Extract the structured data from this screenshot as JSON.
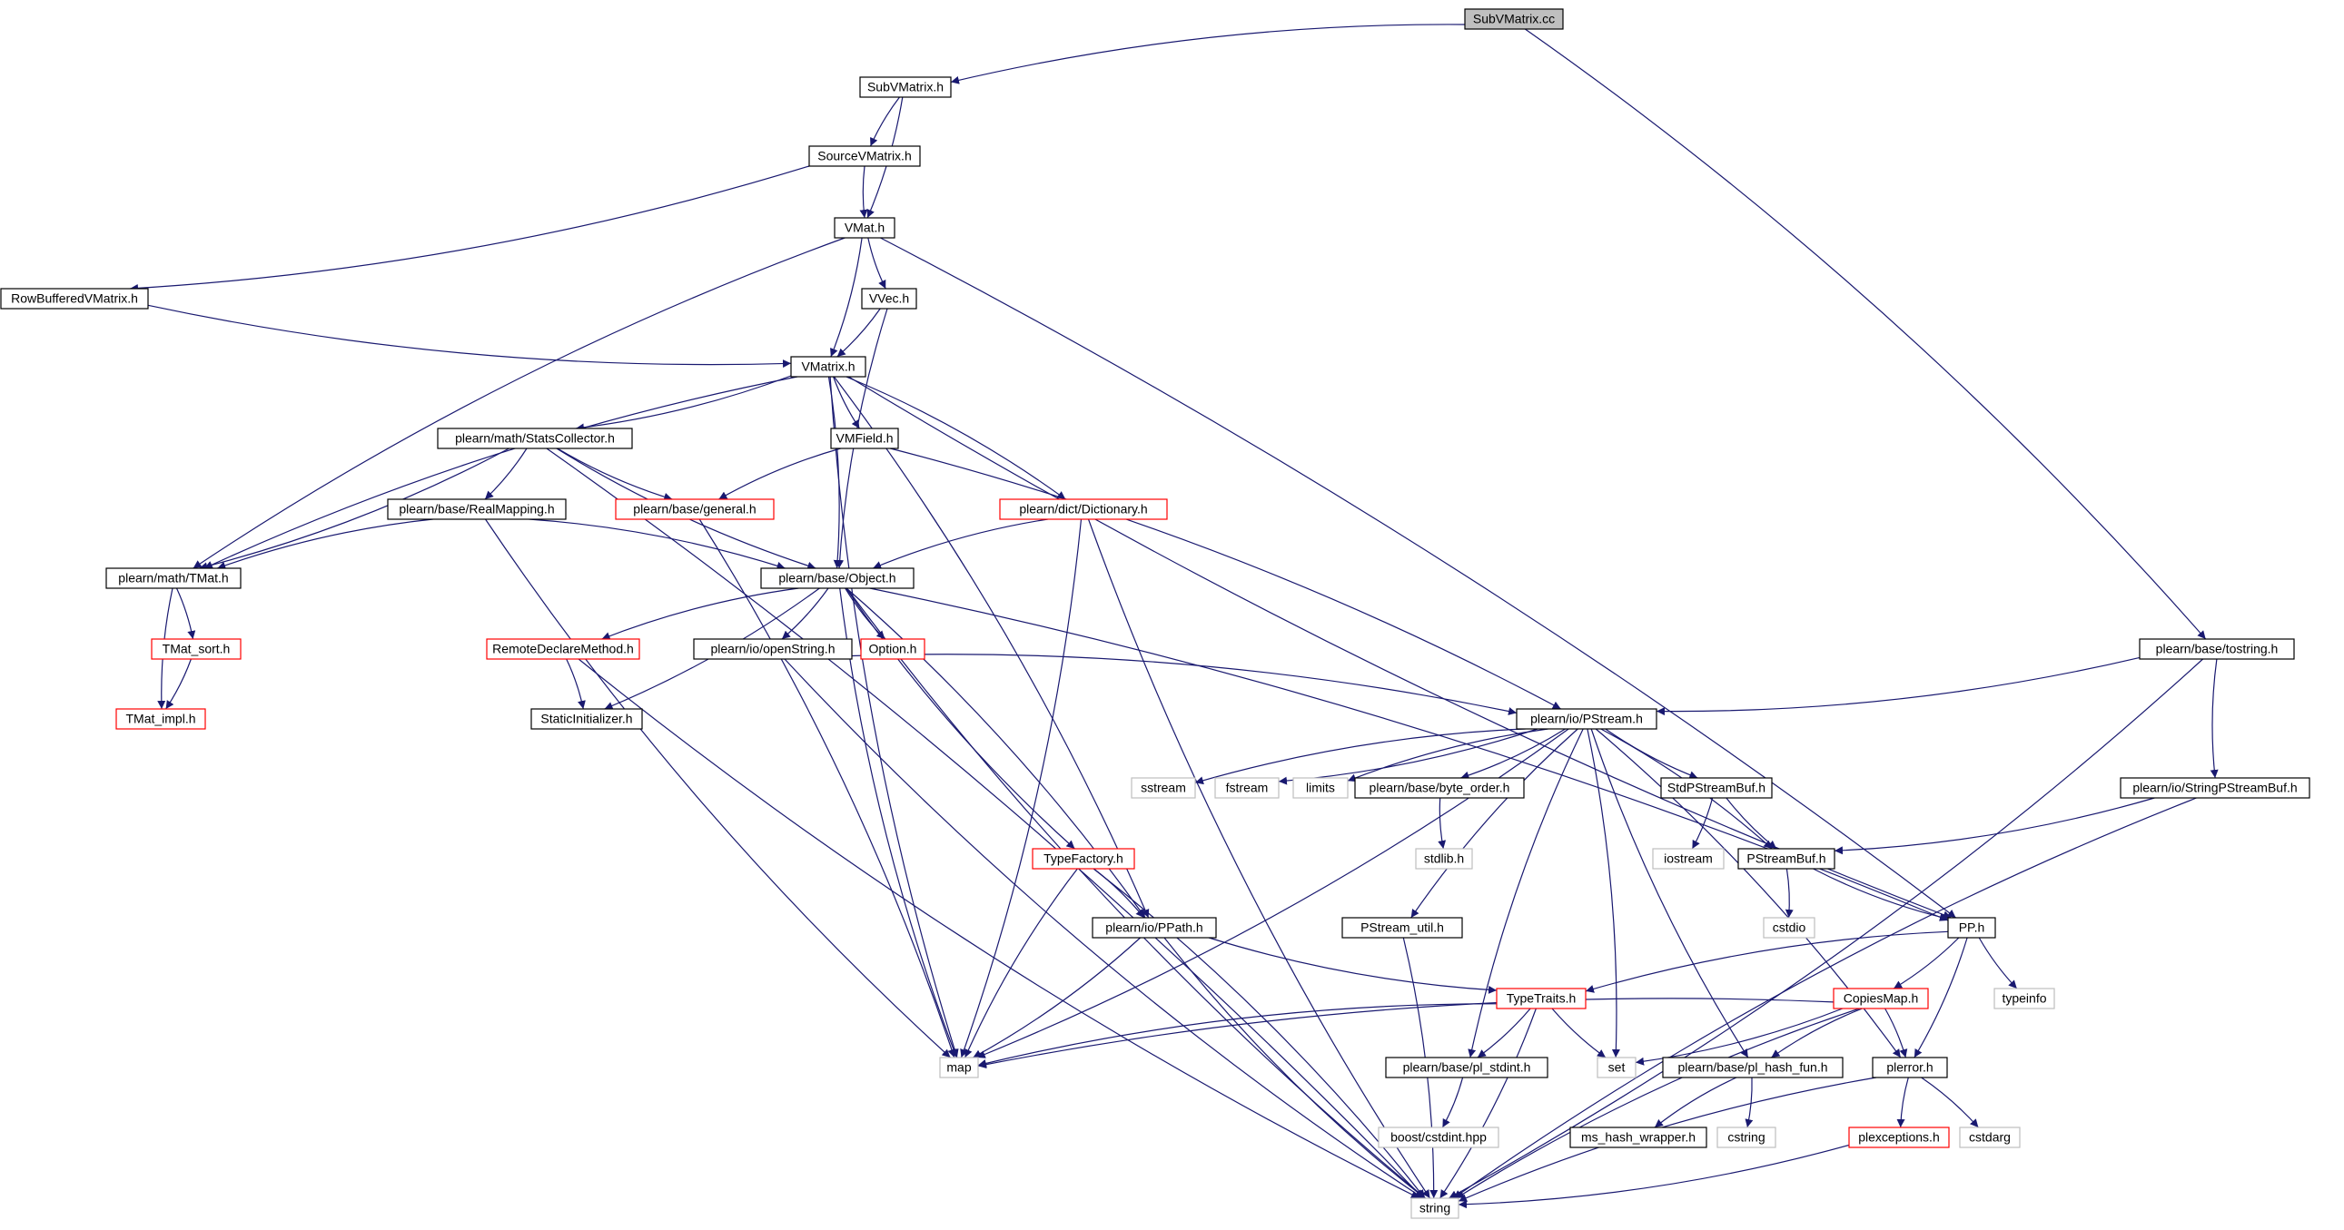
{
  "colors": {
    "edge": "#191970",
    "border_normal": "#000000",
    "border_truncated": "#ff0000",
    "border_external": "#bfbfbf",
    "fill_root": "#bfbfbf",
    "fill": "#ffffff",
    "text": "#000000"
  },
  "nodes": [
    {
      "id": "subvmatrix_cc",
      "label": "SubVMatrix.cc",
      "kind": "root"
    },
    {
      "id": "subvmatrix_h",
      "label": "SubVMatrix.h",
      "kind": "normal"
    },
    {
      "id": "sourcevmatrix_h",
      "label": "SourceVMatrix.h",
      "kind": "normal"
    },
    {
      "id": "vmat_h",
      "label": "VMat.h",
      "kind": "normal"
    },
    {
      "id": "rowbuffered_h",
      "label": "RowBufferedVMatrix.h",
      "kind": "normal"
    },
    {
      "id": "vvec_h",
      "label": "VVec.h",
      "kind": "normal"
    },
    {
      "id": "vmatrix_h",
      "label": "VMatrix.h",
      "kind": "normal"
    },
    {
      "id": "statscollector_h",
      "label": "plearn/math/StatsCollector.h",
      "kind": "normal"
    },
    {
      "id": "vmfield_h",
      "label": "VMField.h",
      "kind": "normal"
    },
    {
      "id": "realmapping_h",
      "label": "plearn/base/RealMapping.h",
      "kind": "normal"
    },
    {
      "id": "general_h",
      "label": "plearn/base/general.h",
      "kind": "truncated"
    },
    {
      "id": "dictionary_h",
      "label": "plearn/dict/Dictionary.h",
      "kind": "truncated"
    },
    {
      "id": "tmat_h",
      "label": "plearn/math/TMat.h",
      "kind": "normal"
    },
    {
      "id": "object_h",
      "label": "plearn/base/Object.h",
      "kind": "normal"
    },
    {
      "id": "tmat_sort_h",
      "label": "TMat_sort.h",
      "kind": "truncated"
    },
    {
      "id": "remotedeclare_h",
      "label": "RemoteDeclareMethod.h",
      "kind": "truncated"
    },
    {
      "id": "openstring_h",
      "label": "plearn/io/openString.h",
      "kind": "normal"
    },
    {
      "id": "option_h",
      "label": "Option.h",
      "kind": "truncated"
    },
    {
      "id": "tostring_h",
      "label": "plearn/base/tostring.h",
      "kind": "normal"
    },
    {
      "id": "tmat_impl_h",
      "label": "TMat_impl.h",
      "kind": "truncated"
    },
    {
      "id": "staticinit_h",
      "label": "StaticInitializer.h",
      "kind": "normal"
    },
    {
      "id": "pstream_h",
      "label": "plearn/io/PStream.h",
      "kind": "normal"
    },
    {
      "id": "sstream",
      "label": "sstream",
      "kind": "external"
    },
    {
      "id": "fstream",
      "label": "fstream",
      "kind": "external"
    },
    {
      "id": "limits",
      "label": "limits",
      "kind": "external"
    },
    {
      "id": "byteorder_h",
      "label": "plearn/base/byte_order.h",
      "kind": "normal"
    },
    {
      "id": "stdpstreambuf_h",
      "label": "StdPStreamBuf.h",
      "kind": "normal"
    },
    {
      "id": "stringpstreambuf_h",
      "label": "plearn/io/StringPStreamBuf.h",
      "kind": "normal"
    },
    {
      "id": "stdlib_h",
      "label": "stdlib.h",
      "kind": "external"
    },
    {
      "id": "iostream",
      "label": "iostream",
      "kind": "external"
    },
    {
      "id": "pstreambuf_h",
      "label": "PStreamBuf.h",
      "kind": "normal"
    },
    {
      "id": "typefactory_h",
      "label": "TypeFactory.h",
      "kind": "truncated"
    },
    {
      "id": "cstdio",
      "label": "cstdio",
      "kind": "external"
    },
    {
      "id": "ppath_h",
      "label": "plearn/io/PPath.h",
      "kind": "normal"
    },
    {
      "id": "pstream_util_h",
      "label": "PStream_util.h",
      "kind": "normal"
    },
    {
      "id": "pp_h",
      "label": "PP.h",
      "kind": "normal"
    },
    {
      "id": "typetraits_h",
      "label": "TypeTraits.h",
      "kind": "truncated"
    },
    {
      "id": "copiesmap_h",
      "label": "CopiesMap.h",
      "kind": "truncated"
    },
    {
      "id": "typeinfo",
      "label": "typeinfo",
      "kind": "external"
    },
    {
      "id": "map",
      "label": "map",
      "kind": "external"
    },
    {
      "id": "pl_stdint_h",
      "label": "plearn/base/pl_stdint.h",
      "kind": "normal"
    },
    {
      "id": "set",
      "label": "set",
      "kind": "external"
    },
    {
      "id": "pl_hash_fun_h",
      "label": "plearn/base/pl_hash_fun.h",
      "kind": "normal"
    },
    {
      "id": "plerror_h",
      "label": "plerror.h",
      "kind": "normal"
    },
    {
      "id": "boost_cstdint",
      "label": "boost/cstdint.hpp",
      "kind": "external"
    },
    {
      "id": "ms_hash_wrapper_h",
      "label": "ms_hash_wrapper.h",
      "kind": "normal"
    },
    {
      "id": "cstring",
      "label": "cstring",
      "kind": "external"
    },
    {
      "id": "plexceptions_h",
      "label": "plexceptions.h",
      "kind": "truncated"
    },
    {
      "id": "cstdarg",
      "label": "cstdarg",
      "kind": "external"
    },
    {
      "id": "string",
      "label": "string",
      "kind": "external"
    }
  ],
  "edges": [
    [
      "subvmatrix_cc",
      "subvmatrix_h"
    ],
    [
      "subvmatrix_cc",
      "tostring_h"
    ],
    [
      "subvmatrix_h",
      "sourcevmatrix_h"
    ],
    [
      "subvmatrix_h",
      "vmat_h"
    ],
    [
      "sourcevmatrix_h",
      "vmat_h"
    ],
    [
      "sourcevmatrix_h",
      "rowbuffered_h"
    ],
    [
      "vmat_h",
      "vvec_h"
    ],
    [
      "vmat_h",
      "vmatrix_h"
    ],
    [
      "vmat_h",
      "tmat_h"
    ],
    [
      "vmat_h",
      "pp_h"
    ],
    [
      "rowbuffered_h",
      "vmatrix_h"
    ],
    [
      "vvec_h",
      "vmatrix_h"
    ],
    [
      "vvec_h",
      "object_h"
    ],
    [
      "vmatrix_h",
      "statscollector_h"
    ],
    [
      "vmatrix_h",
      "vmfield_h"
    ],
    [
      "vmatrix_h",
      "dictionary_h"
    ],
    [
      "vmatrix_h",
      "tmat_h"
    ],
    [
      "vmatrix_h",
      "object_h"
    ],
    [
      "vmatrix_h",
      "map"
    ],
    [
      "vmatrix_h",
      "ppath_h"
    ],
    [
      "vmatrix_h",
      "pp_h"
    ],
    [
      "statscollector_h",
      "realmapping_h"
    ],
    [
      "statscollector_h",
      "general_h"
    ],
    [
      "statscollector_h",
      "tmat_h"
    ],
    [
      "statscollector_h",
      "object_h"
    ],
    [
      "statscollector_h",
      "string"
    ],
    [
      "vmfield_h",
      "general_h"
    ],
    [
      "vmfield_h",
      "pstream_h"
    ],
    [
      "realmapping_h",
      "tmat_h"
    ],
    [
      "realmapping_h",
      "object_h"
    ],
    [
      "realmapping_h",
      "map"
    ],
    [
      "general_h",
      "map"
    ],
    [
      "dictionary_h",
      "object_h"
    ],
    [
      "dictionary_h",
      "map"
    ],
    [
      "dictionary_h",
      "string"
    ],
    [
      "tmat_h",
      "tmat_sort_h"
    ],
    [
      "tmat_h",
      "tmat_impl_h"
    ],
    [
      "tmat_sort_h",
      "tmat_impl_h"
    ],
    [
      "object_h",
      "remotedeclare_h"
    ],
    [
      "object_h",
      "openstring_h"
    ],
    [
      "object_h",
      "option_h"
    ],
    [
      "object_h",
      "staticinit_h"
    ],
    [
      "object_h",
      "typefactory_h"
    ],
    [
      "object_h",
      "ppath_h"
    ],
    [
      "object_h",
      "map"
    ],
    [
      "object_h",
      "pp_h"
    ],
    [
      "object_h",
      "string"
    ],
    [
      "remotedeclare_h",
      "staticinit_h"
    ],
    [
      "remotedeclare_h",
      "string"
    ],
    [
      "openstring_h",
      "pstream_h"
    ],
    [
      "openstring_h",
      "string"
    ],
    [
      "tostring_h",
      "pstream_h"
    ],
    [
      "tostring_h",
      "stringpstreambuf_h"
    ],
    [
      "tostring_h",
      "string"
    ],
    [
      "pstream_h",
      "sstream"
    ],
    [
      "pstream_h",
      "fstream"
    ],
    [
      "pstream_h",
      "limits"
    ],
    [
      "pstream_h",
      "byteorder_h"
    ],
    [
      "pstream_h",
      "stdpstreambuf_h"
    ],
    [
      "pstream_h",
      "pstreambuf_h"
    ],
    [
      "pstream_h",
      "pstream_util_h"
    ],
    [
      "pstream_h",
      "map"
    ],
    [
      "pstream_h",
      "pl_stdint_h"
    ],
    [
      "pstream_h",
      "set"
    ],
    [
      "pstream_h",
      "pl_hash_fun_h"
    ],
    [
      "pstream_h",
      "plerror_h"
    ],
    [
      "byteorder_h",
      "stdlib_h"
    ],
    [
      "stdpstreambuf_h",
      "iostream"
    ],
    [
      "stdpstreambuf_h",
      "pstreambuf_h"
    ],
    [
      "stringpstreambuf_h",
      "pstreambuf_h"
    ],
    [
      "stringpstreambuf_h",
      "string"
    ],
    [
      "pstreambuf_h",
      "cstdio"
    ],
    [
      "pstreambuf_h",
      "pp_h"
    ],
    [
      "typefactory_h",
      "ppath_h"
    ],
    [
      "typefactory_h",
      "map"
    ],
    [
      "typefactory_h",
      "string"
    ],
    [
      "ppath_h",
      "typetraits_h"
    ],
    [
      "ppath_h",
      "map"
    ],
    [
      "ppath_h",
      "string"
    ],
    [
      "pstream_util_h",
      "string"
    ],
    [
      "pp_h",
      "typetraits_h"
    ],
    [
      "pp_h",
      "copiesmap_h"
    ],
    [
      "pp_h",
      "typeinfo"
    ],
    [
      "pp_h",
      "plerror_h"
    ],
    [
      "typetraits_h",
      "map"
    ],
    [
      "typetraits_h",
      "pl_stdint_h"
    ],
    [
      "typetraits_h",
      "set"
    ],
    [
      "typetraits_h",
      "string"
    ],
    [
      "copiesmap_h",
      "map"
    ],
    [
      "copiesmap_h",
      "set"
    ],
    [
      "copiesmap_h",
      "pl_hash_fun_h"
    ],
    [
      "copiesmap_h",
      "plerror_h"
    ],
    [
      "copiesmap_h",
      "string"
    ],
    [
      "pl_stdint_h",
      "boost_cstdint"
    ],
    [
      "pl_hash_fun_h",
      "ms_hash_wrapper_h"
    ],
    [
      "pl_hash_fun_h",
      "cstring"
    ],
    [
      "plerror_h",
      "plexceptions_h"
    ],
    [
      "plerror_h",
      "cstdarg"
    ],
    [
      "plerror_h",
      "string"
    ],
    [
      "plexceptions_h",
      "string"
    ]
  ]
}
